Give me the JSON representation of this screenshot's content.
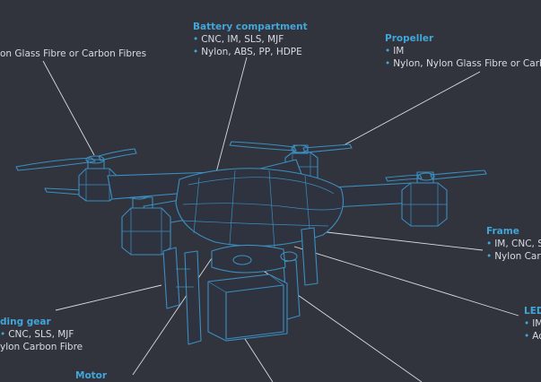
{
  "callouts": {
    "top_left": {
      "items": [
        "on Glass Fibre or Carbon Fibres"
      ]
    },
    "battery": {
      "title": "Battery compartment",
      "items": [
        "CNC, IM, SLS, MJF",
        "Nylon, ABS, PP, HDPE"
      ]
    },
    "propeller": {
      "title": "Propeller",
      "items": [
        "IM",
        "Nylon, Nylon Glass Fibre or Carb"
      ]
    },
    "frame": {
      "title": "Frame",
      "items": [
        "IM, CNC, SL",
        "Nylon Carb"
      ]
    },
    "led": {
      "title": "LED",
      "items": [
        "IM",
        "Ac"
      ]
    },
    "landing_gear": {
      "title": "ding gear",
      "items": [
        "CNC, SLS, MJF",
        "ylon Carbon Fibre"
      ]
    },
    "motor": {
      "title": "Motor"
    }
  },
  "colors": {
    "background": "#31333d",
    "accent": "#41a6d8",
    "text": "#d9dbe2",
    "wire": "#3b8fc0"
  }
}
